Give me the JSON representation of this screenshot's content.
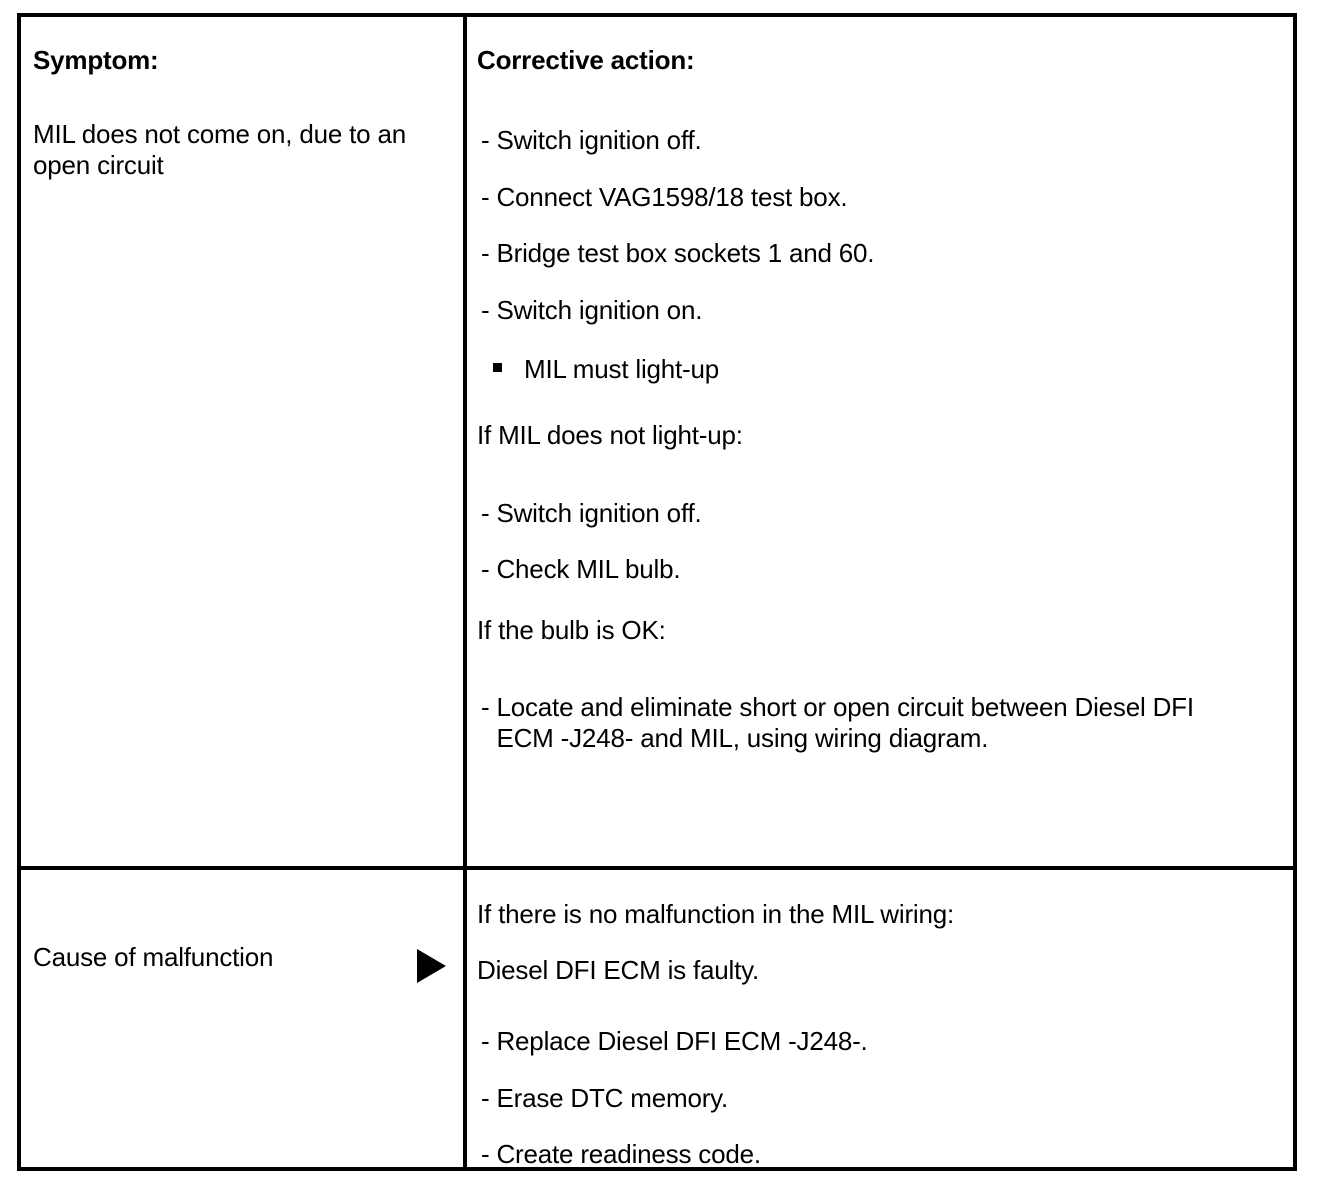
{
  "table": {
    "rows": [
      {
        "name": "symptom-row",
        "left": {
          "heading": "Symptom:",
          "text": "MIL does not come on, due to an open circuit"
        },
        "right": {
          "heading": "Corrective action:",
          "lines": [
            {
              "kind": "dash",
              "text": "Switch ignition off."
            },
            {
              "kind": "dash",
              "text": "Connect VAG1598/18 test box."
            },
            {
              "kind": "dash",
              "text": "Bridge test box sockets 1 and 60."
            },
            {
              "kind": "dash",
              "text": "Switch ignition on."
            },
            {
              "kind": "bullet",
              "text": "MIL must light-up"
            },
            {
              "kind": "plain",
              "text": "If MIL does not light-up:"
            },
            {
              "kind": "dash",
              "text": "Switch ignition off."
            },
            {
              "kind": "dash",
              "text": "Check MIL bulb."
            },
            {
              "kind": "plain",
              "text": "If the bulb is OK:"
            },
            {
              "kind": "dash",
              "text": "Locate and eliminate short or open circuit between Diesel DFI ECM -J248- and MIL, using wiring diagram."
            }
          ]
        }
      },
      {
        "name": "cause-row",
        "left": {
          "label": "Cause of malfunction",
          "marker": "right-triangle-marker"
        },
        "right": {
          "lines": [
            {
              "kind": "plain",
              "text": "If there is no malfunction in the MIL wiring:"
            },
            {
              "kind": "plain",
              "text": "Diesel DFI ECM is faulty."
            },
            {
              "kind": "dash",
              "text": "Replace Diesel DFI ECM -J248-."
            },
            {
              "kind": "dash",
              "text": "Erase DTC memory."
            },
            {
              "kind": "dash",
              "text": "Create readiness code."
            }
          ]
        }
      }
    ],
    "dash_mark": "-",
    "bullet_mark": "square-bullet"
  },
  "colors": {
    "ink": "#000000",
    "paper": "#ffffff"
  }
}
